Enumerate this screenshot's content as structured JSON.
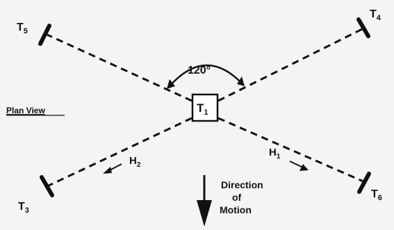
{
  "labels": {
    "t1": "T",
    "t1_sub": "1",
    "t3": "T",
    "t3_sub": "3",
    "t4": "T",
    "t4_sub": "4",
    "t5": "T",
    "t5_sub": "5",
    "t6": "T",
    "t6_sub": "6",
    "h1": "H",
    "h1_sub": "1",
    "h2": "H",
    "h2_sub": "2",
    "angle": "120°",
    "plan_view": "Plan View",
    "direction_line1": "Direction",
    "direction_line2": "of",
    "direction_line3": "Motion"
  },
  "colors": {
    "ink": "#111111",
    "paper": "#f4f4f2"
  }
}
